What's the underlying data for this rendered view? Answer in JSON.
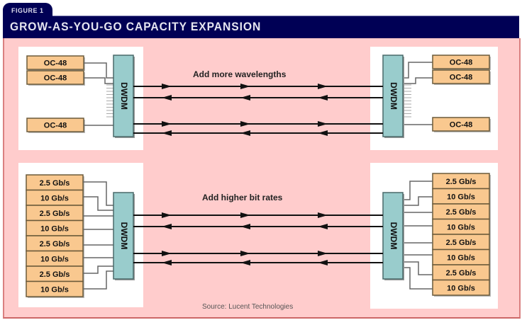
{
  "figure": {
    "tab_label": "FIGURE 1",
    "title": "GROW-AS-YOU-GO CAPACITY EXPANSION",
    "source": "Source: Lucent Technologies",
    "colors": {
      "header": "#000055",
      "background": "#ffcccc",
      "port": "#f9c88f",
      "dwdm": "#99cccc"
    }
  },
  "top_section": {
    "caption": "Add more wavelengths",
    "mux_label": "DWDM",
    "left_ports": [
      "OC-48",
      "OC-48",
      "OC-48"
    ],
    "right_ports": [
      "OC-48",
      "OC-48",
      "OC-48"
    ]
  },
  "bottom_section": {
    "caption": "Add higher bit rates",
    "mux_label": "DWDM",
    "left_ports": [
      "2.5 Gb/s",
      "10 Gb/s",
      "2.5 Gb/s",
      "10 Gb/s",
      "2.5 Gb/s",
      "10 Gb/s",
      "2.5 Gb/s",
      "10 Gb/s"
    ],
    "right_ports": [
      "2.5 Gb/s",
      "10 Gb/s",
      "2.5 Gb/s",
      "10 Gb/s",
      "2.5 Gb/s",
      "10 Gb/s",
      "2.5 Gb/s",
      "10 Gb/s"
    ]
  }
}
